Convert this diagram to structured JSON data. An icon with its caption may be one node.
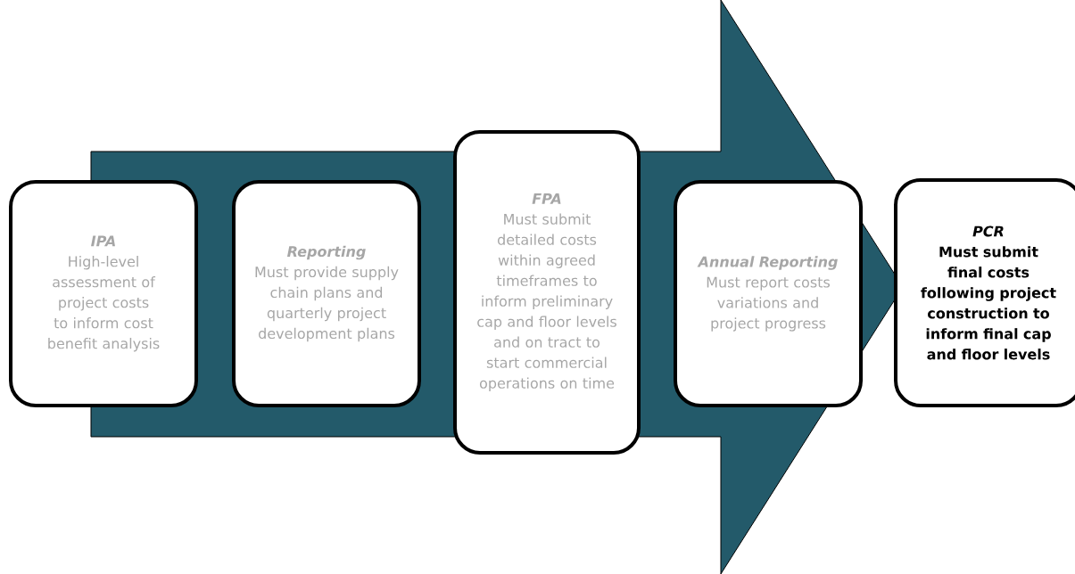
{
  "diagram": {
    "nodes": [
      {
        "text": [
          "IPA",
          "High-level assessment of project costs to inform cost benefit analysis"
        ]
      },
      {
        "text": [
          "Reporting",
          "Must provide supply chain plans and quarterly project development plans"
        ]
      },
      {
        "text": [
          "FPA",
          "Must submit detailed costs within agreed timeframes to inform preliminary cap and floor levels and on tract to start commercial operations on time"
        ]
      },
      {
        "text": [
          "Annual Reporting",
          "Must report costs variations and project progress"
        ]
      },
      {
        "text": [
          "PCR",
          "Must submit final costs following project construction to inform final cap and floor levels"
        ]
      }
    ],
    "edges": [
      {
        "from": 0,
        "to": 4,
        "arrow": "to",
        "style": "thick"
      }
    ]
  }
}
